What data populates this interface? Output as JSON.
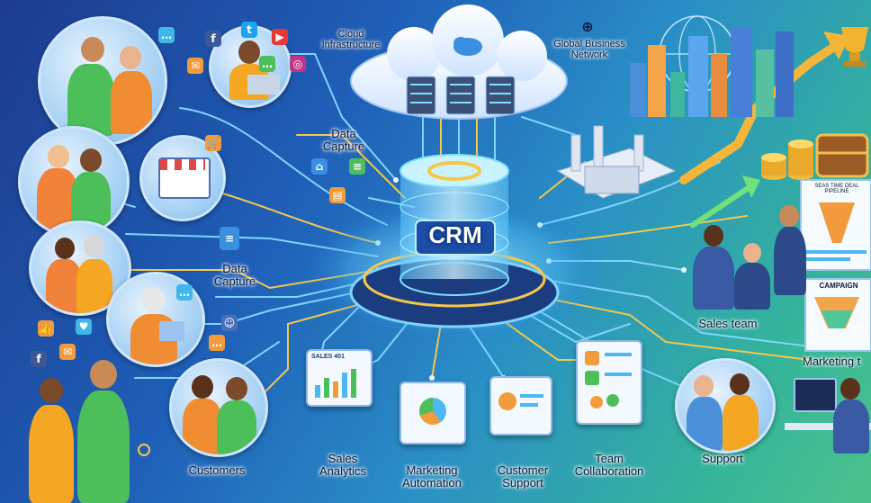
{
  "labels": {
    "cloud": "Cloud\nInfrastructure",
    "global": "Global Business\nNetwork",
    "data_capture_top": "Data\nCapture",
    "data_capture_left": "Data\nCapture",
    "crm": "CRM",
    "sales_team": "Sales team",
    "marketing": "Marketing t",
    "support": "Support",
    "customers": "Customers",
    "sales_analytics": "Sales\nAnalytics",
    "marketing_automation": "Marketing\nAutomation",
    "customer_support": "Customer\nSupport",
    "team_collaboration": "Team\nCollaboration"
  },
  "screen_texts": {
    "analytics_screen": "SALES 401",
    "pipeline_board": "SEAS TIME DEAL PIPELINE",
    "campaign_board": "CAMPAIGN"
  },
  "colors": {
    "background_left": "#1d3c8f",
    "background_right": "#4cc28c",
    "wire_blue": "#7fd4ff",
    "wire_gold": "#f5c84a",
    "crm_glow": "#6fe3ff",
    "growth_arrow": "#f3b63a"
  },
  "icons": [
    "facebook-icon",
    "twitter-icon",
    "youtube-icon",
    "instagram-icon",
    "chat-icon",
    "email-icon",
    "like-icon",
    "heart-icon",
    "shopping-cart-icon",
    "document-icon",
    "globe-icon",
    "trophy-icon",
    "treasure-chest-icon",
    "coins-icon",
    "server-icon",
    "factory-icon"
  ]
}
